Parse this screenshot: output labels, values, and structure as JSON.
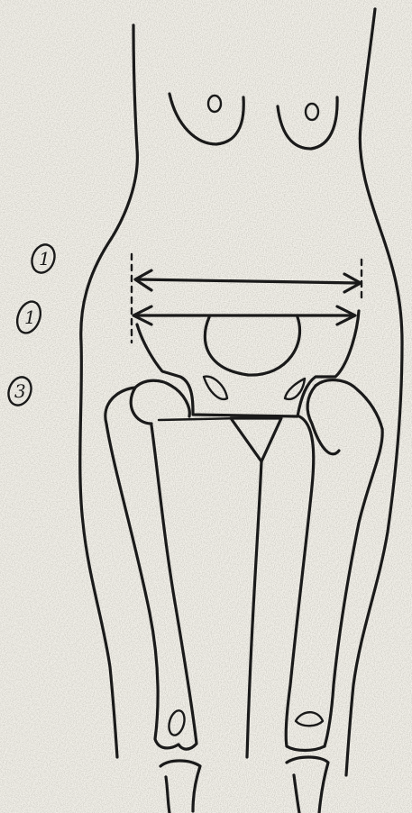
{
  "figure": {
    "background_color": "#f3f1ea",
    "ink_color": "#1a1a1a",
    "markers": [
      {
        "id": "marker-1",
        "label": "1"
      },
      {
        "id": "marker-2",
        "label": "1"
      },
      {
        "id": "marker-3",
        "label": "3"
      }
    ]
  }
}
